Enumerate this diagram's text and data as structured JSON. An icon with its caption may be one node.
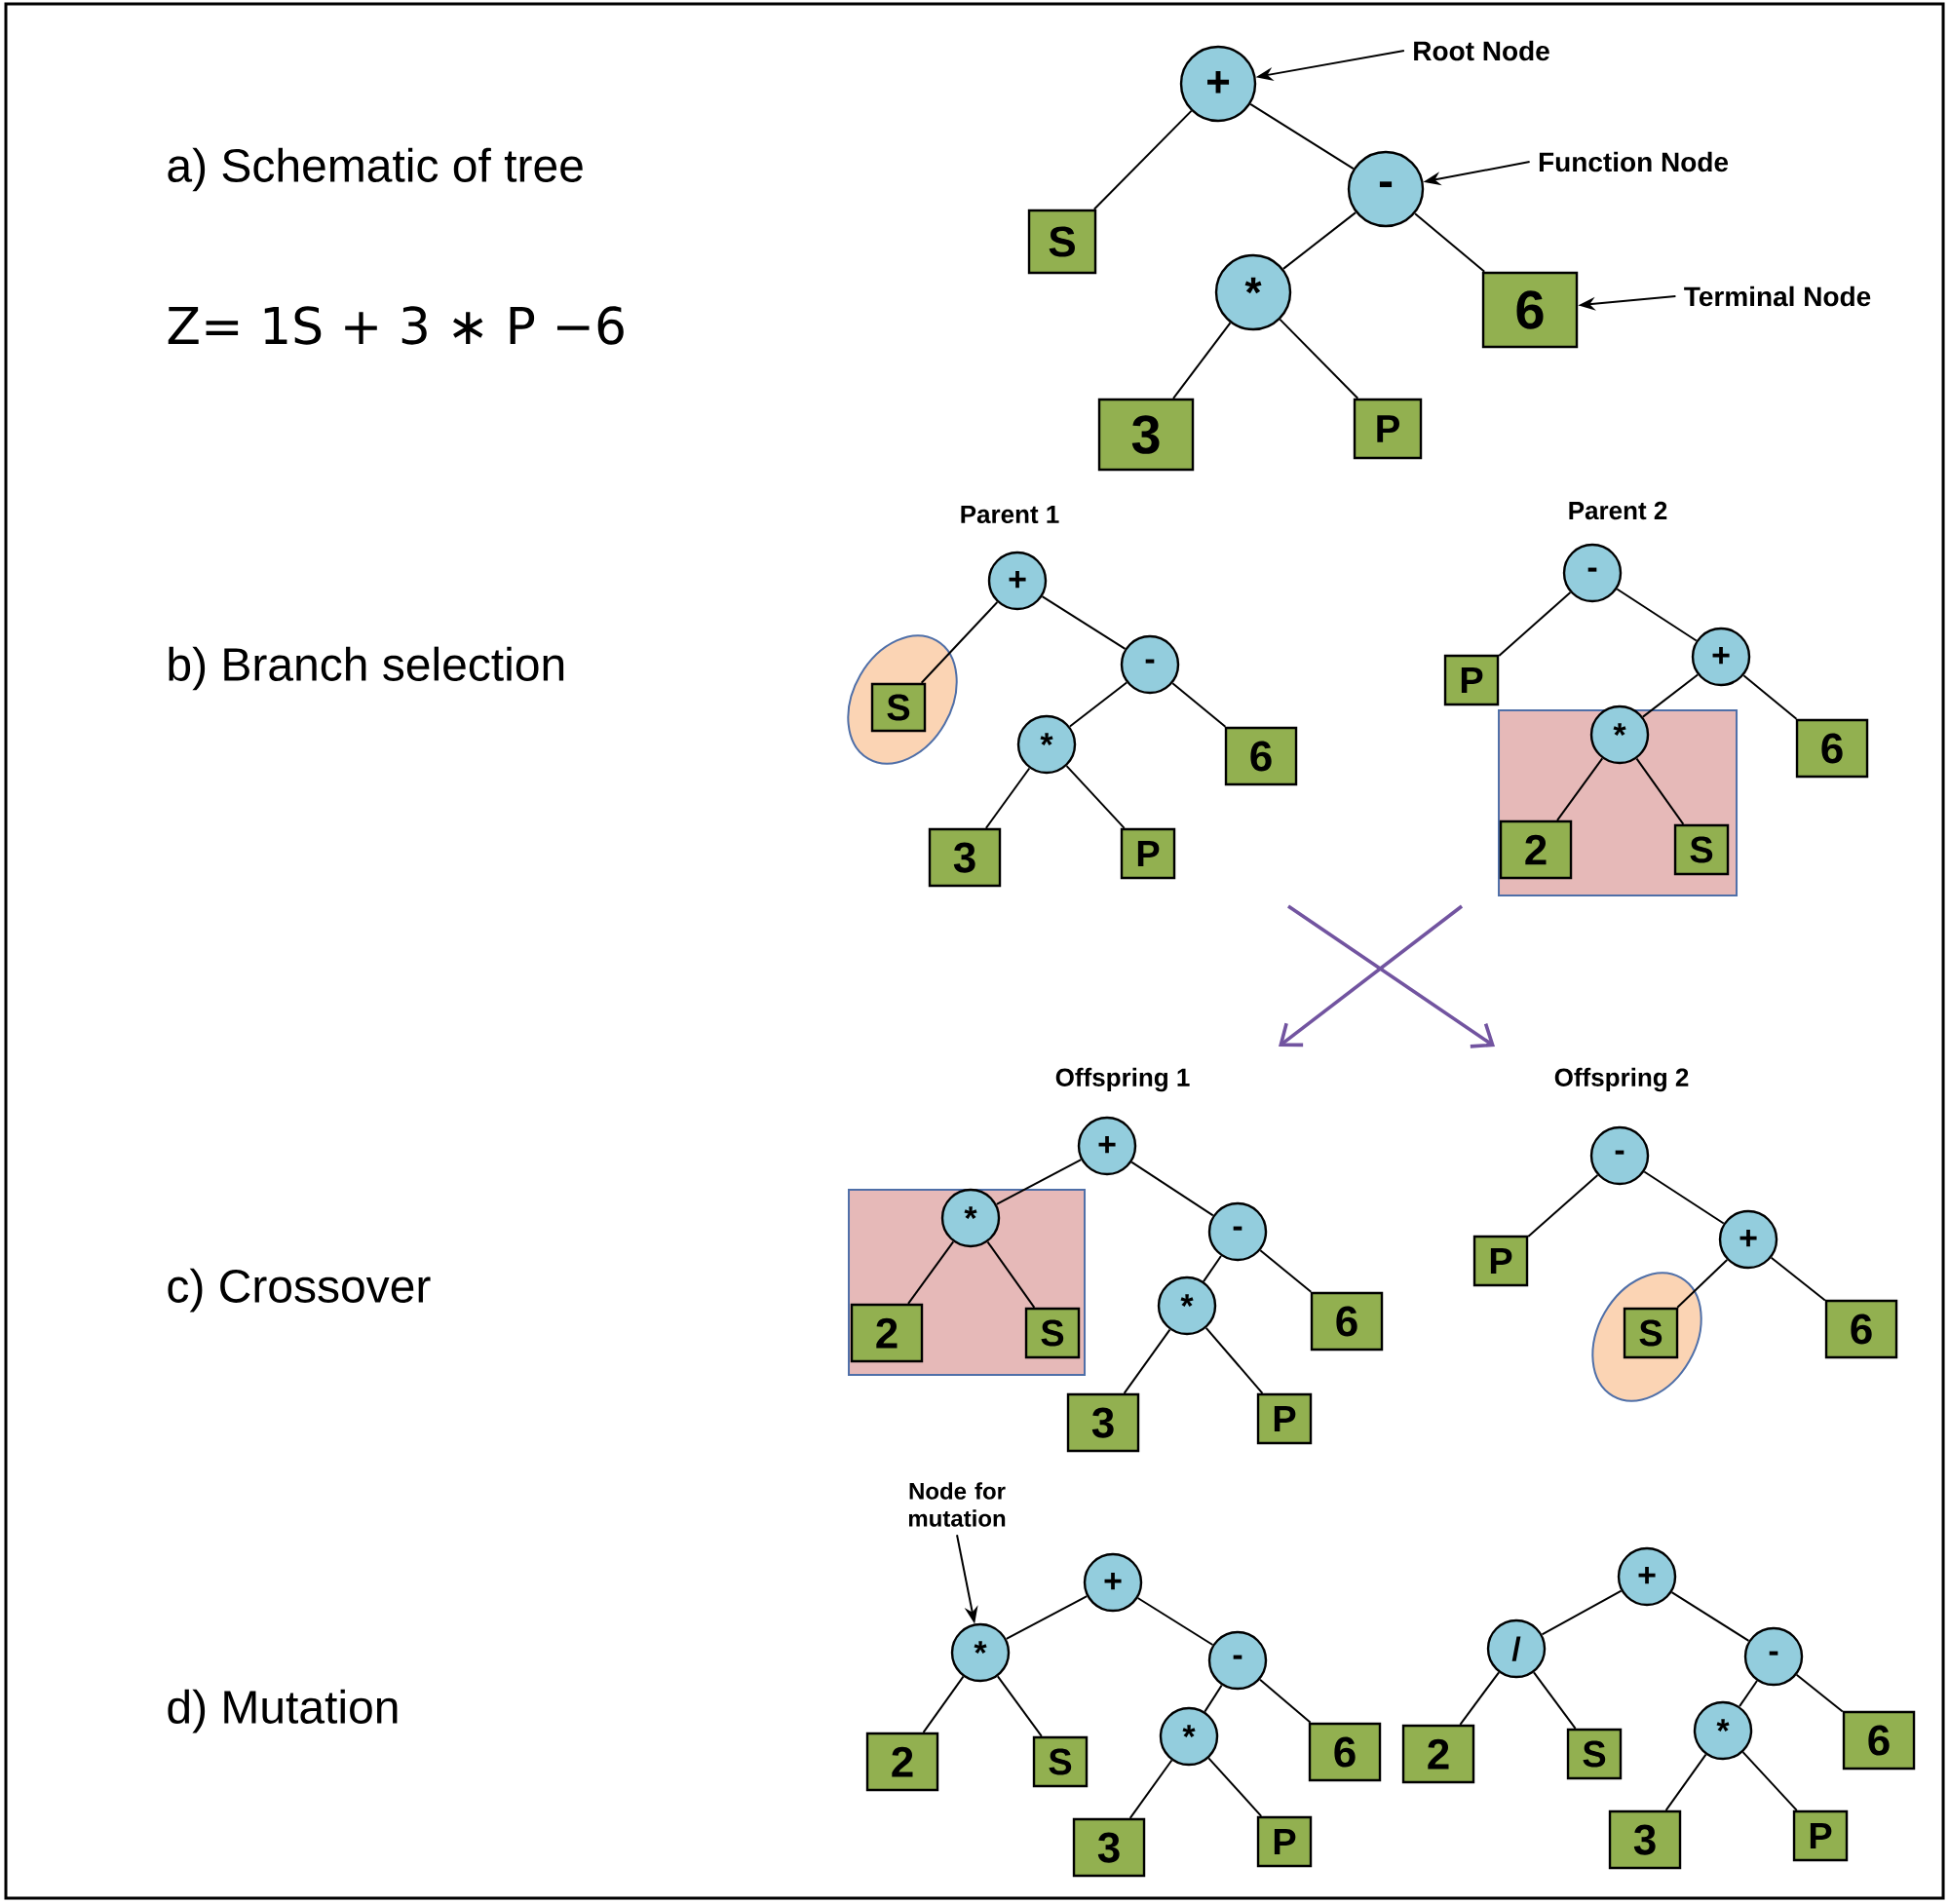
{
  "diagram": {
    "nodes": [
      {
        "text": [
          "+"
        ]
      },
      {
        "text": [
          "Root Node"
        ]
      },
      {
        "text": [
          "S"
        ]
      },
      {
        "text": [
          "-"
        ]
      },
      {
        "text": [
          "Function Node"
        ]
      },
      {
        "text": [
          "*"
        ]
      },
      {
        "text": [
          "6"
        ]
      },
      {
        "text": [
          "Terminal Node"
        ]
      },
      {
        "text": [
          "3"
        ]
      },
      {
        "text": [
          "P"
        ]
      },
      {
        "text": [
          "+"
        ]
      },
      {
        "text": [],
        "shape": "ellipse"
      },
      {
        "text": [
          "S"
        ],
        "in": 11
      },
      {
        "text": [
          "-"
        ]
      },
      {
        "text": [
          "*"
        ]
      },
      {
        "text": [
          "6"
        ]
      },
      {
        "text": [
          "3"
        ]
      },
      {
        "text": [
          "P"
        ]
      },
      {
        "text": [
          "-"
        ]
      },
      {
        "text": [
          "P"
        ]
      },
      {
        "text": [
          "+"
        ]
      },
      {
        "text": [],
        "shape": "box"
      },
      {
        "text": [
          "*"
        ],
        "in": 21
      },
      {
        "text": [
          "2"
        ],
        "in": 21
      },
      {
        "text": [
          "S"
        ],
        "in": 21
      },
      {
        "text": [
          "6"
        ]
      },
      {
        "text": [
          "+"
        ]
      },
      {
        "text": [],
        "shape": "box"
      },
      {
        "text": [
          "*"
        ],
        "in": 27
      },
      {
        "text": [
          "2"
        ],
        "in": 27
      },
      {
        "text": [
          "S"
        ],
        "in": 27
      },
      {
        "text": [
          "-"
        ]
      },
      {
        "text": [
          "*"
        ]
      },
      {
        "text": [
          "6"
        ]
      },
      {
        "text": [
          "3"
        ]
      },
      {
        "text": [
          "P"
        ]
      },
      {
        "text": [
          "-"
        ]
      },
      {
        "text": [
          "P"
        ]
      },
      {
        "text": [
          "+"
        ]
      },
      {
        "text": [],
        "shape": "ellipse"
      },
      {
        "text": [
          "S"
        ],
        "in": 39
      },
      {
        "text": [
          "6"
        ]
      },
      {
        "text": [
          "Node for mutation"
        ]
      },
      {
        "text": [
          "+"
        ]
      },
      {
        "text": [
          "*"
        ]
      },
      {
        "text": [
          "2"
        ]
      },
      {
        "text": [
          "S"
        ]
      },
      {
        "text": [
          "-"
        ]
      },
      {
        "text": [
          "*"
        ]
      },
      {
        "text": [
          "6"
        ]
      },
      {
        "text": [
          "3"
        ]
      },
      {
        "text": [
          "P"
        ]
      },
      {
        "text": [
          "+"
        ]
      },
      {
        "text": [
          "/"
        ]
      },
      {
        "text": [
          "2"
        ]
      },
      {
        "text": [
          "S"
        ]
      },
      {
        "text": [
          "-"
        ]
      },
      {
        "text": [
          "*"
        ]
      },
      {
        "text": [
          "6"
        ]
      },
      {
        "text": [
          "3"
        ]
      },
      {
        "text": [
          "P"
        ]
      }
    ],
    "edges": [
      {
        "from": 0,
        "to": 2,
        "arrow": "none"
      },
      {
        "from": 0,
        "to": 3,
        "arrow": "none"
      },
      {
        "from": 3,
        "to": 5,
        "arrow": "none"
      },
      {
        "from": 3,
        "to": 6,
        "arrow": "none"
      },
      {
        "from": 5,
        "to": 8,
        "arrow": "none"
      },
      {
        "from": 5,
        "to": 9,
        "arrow": "none"
      },
      {
        "from": 1,
        "to": 0,
        "arrow": "to"
      },
      {
        "from": 4,
        "to": 3,
        "arrow": "to"
      },
      {
        "from": 7,
        "to": 6,
        "arrow": "to"
      },
      {
        "from": 10,
        "to": 12,
        "arrow": "none"
      },
      {
        "from": 10,
        "to": 13,
        "arrow": "none"
      },
      {
        "from": 13,
        "to": 14,
        "arrow": "none"
      },
      {
        "from": 13,
        "to": 15,
        "arrow": "none"
      },
      {
        "from": 14,
        "to": 16,
        "arrow": "none"
      },
      {
        "from": 14,
        "to": 17,
        "arrow": "none"
      },
      {
        "from": 18,
        "to": 19,
        "arrow": "none"
      },
      {
        "from": 18,
        "to": 20,
        "arrow": "none"
      },
      {
        "from": 20,
        "to": 22,
        "arrow": "none"
      },
      {
        "from": 20,
        "to": 25,
        "arrow": "none"
      },
      {
        "from": 22,
        "to": 23,
        "arrow": "none"
      },
      {
        "from": 22,
        "to": 24,
        "arrow": "none"
      },
      {
        "from": 26,
        "to": 28,
        "arrow": "none"
      },
      {
        "from": 26,
        "to": 31,
        "arrow": "none"
      },
      {
        "from": 28,
        "to": 29,
        "arrow": "none"
      },
      {
        "from": 28,
        "to": 30,
        "arrow": "none"
      },
      {
        "from": 31,
        "to": 32,
        "arrow": "none"
      },
      {
        "from": 31,
        "to": 33,
        "arrow": "none"
      },
      {
        "from": 32,
        "to": 34,
        "arrow": "none"
      },
      {
        "from": 32,
        "to": 35,
        "arrow": "none"
      },
      {
        "from": 36,
        "to": 37,
        "arrow": "none"
      },
      {
        "from": 36,
        "to": 38,
        "arrow": "none"
      },
      {
        "from": 38,
        "to": 40,
        "arrow": "none"
      },
      {
        "from": 38,
        "to": 41,
        "arrow": "none"
      },
      {
        "from": 42,
        "to": 44,
        "arrow": "to"
      },
      {
        "from": 43,
        "to": 44,
        "arrow": "none"
      },
      {
        "from": 43,
        "to": 47,
        "arrow": "none"
      },
      {
        "from": 44,
        "to": 45,
        "arrow": "none"
      },
      {
        "from": 44,
        "to": 46,
        "arrow": "none"
      },
      {
        "from": 47,
        "to": 48,
        "arrow": "none"
      },
      {
        "from": 47,
        "to": 49,
        "arrow": "none"
      },
      {
        "from": 48,
        "to": 50,
        "arrow": "none"
      },
      {
        "from": 48,
        "to": 51,
        "arrow": "none"
      },
      {
        "from": 52,
        "to": 53,
        "arrow": "none"
      },
      {
        "from": 52,
        "to": 56,
        "arrow": "none"
      },
      {
        "from": 53,
        "to": 54,
        "arrow": "none"
      },
      {
        "from": 53,
        "to": 55,
        "arrow": "none"
      },
      {
        "from": 56,
        "to": 57,
        "arrow": "none"
      },
      {
        "from": 56,
        "to": 58,
        "arrow": "none"
      },
      {
        "from": 57,
        "to": 59,
        "arrow": "none"
      },
      {
        "from": 57,
        "to": 60,
        "arrow": "none"
      }
    ],
    "labels": [
      "a) Schematic of tree",
      "Z= 1S + 3 ∗ P −6",
      "Parent 1",
      "Parent 2",
      "b) Branch selection",
      "Offspring 1",
      "Offspring 2",
      "c) Crossover",
      "d) Mutation"
    ]
  }
}
